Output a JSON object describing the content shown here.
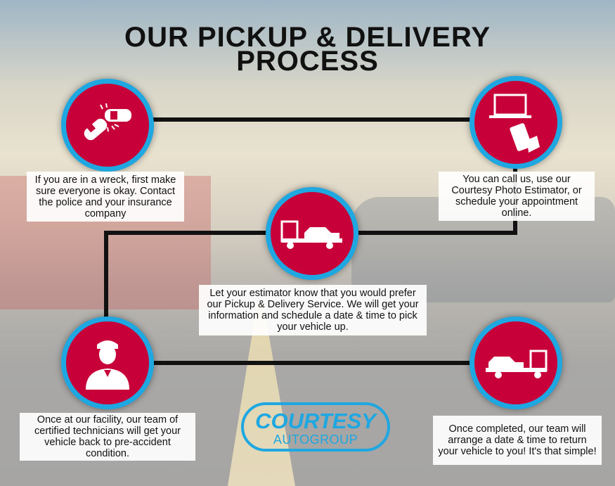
{
  "title": [
    "OUR PICKUP & DELIVERY",
    "PROCESS"
  ],
  "steps": [
    {
      "icon": "car-crash-icon",
      "text": "If you are in a wreck, first make sure everyone is okay. Contact the police and your insurance company"
    },
    {
      "icon": "laptop-phone-icon",
      "text": "You can call us, use our Courtesy Photo Estimator, or schedule your appointment online."
    },
    {
      "icon": "tow-truck-icon",
      "text": "Let your estimator know that you would prefer our Pickup & Delivery Service. We will get your information and schedule a date & time to pick your vehicle up."
    },
    {
      "icon": "technician-icon",
      "text": "Once at our facility, our team of certified technicians will get your vehicle back to pre-accident condition."
    },
    {
      "icon": "tow-truck-icon",
      "text": "Once completed, our team will arrange a date & time to return your vehicle to you! It's that simple!"
    }
  ],
  "logo": {
    "line1": "COURTESY",
    "line2": "AUTOGROUP"
  },
  "colors": {
    "red": "#c8003a",
    "blue": "#1ea7e1"
  }
}
